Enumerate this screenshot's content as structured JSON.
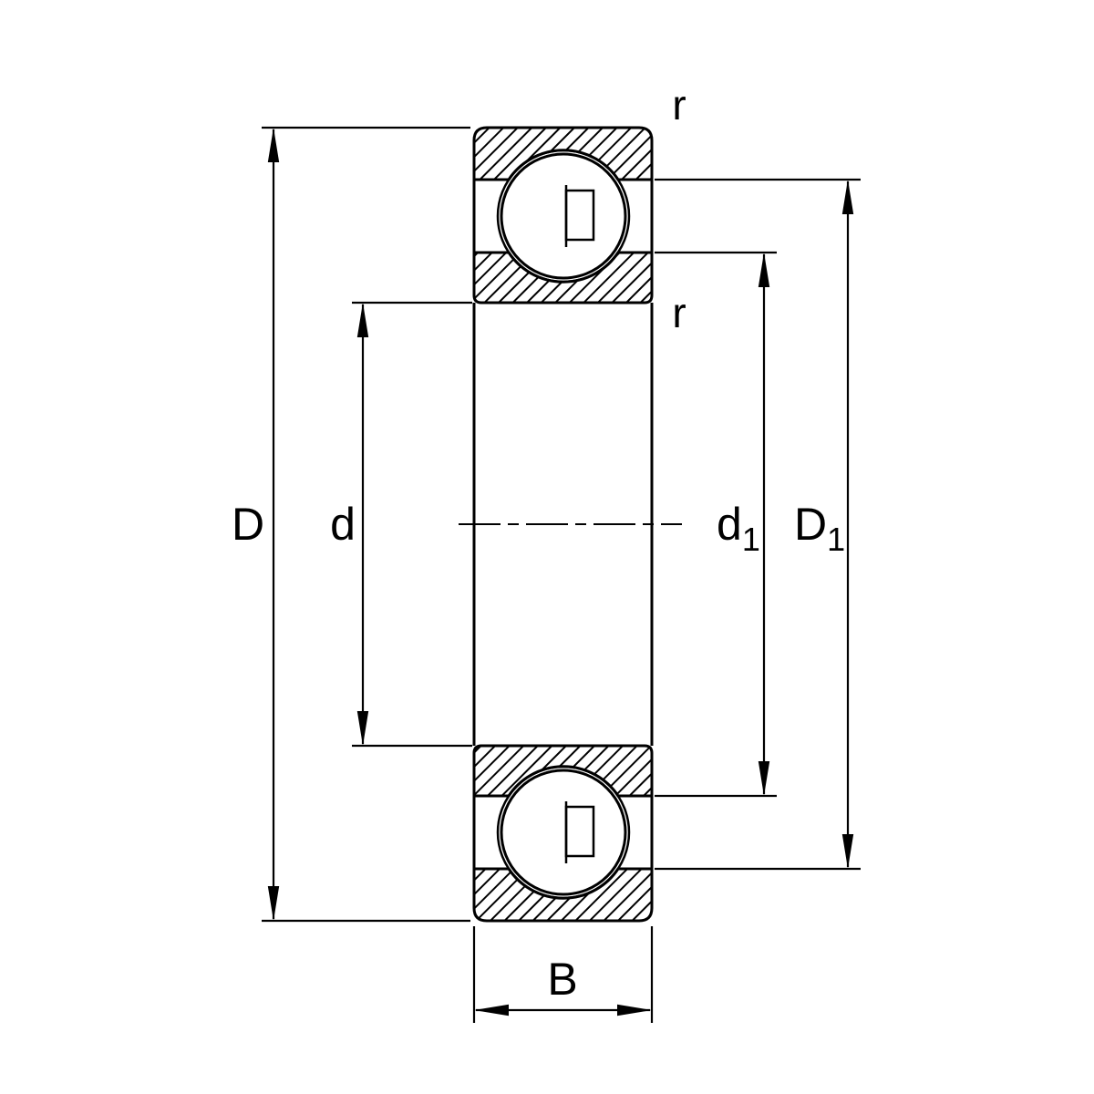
{
  "labels": {
    "outer_diameter": "D",
    "bore_diameter": "d",
    "inner_shoulder": {
      "base": "d",
      "sub": "1"
    },
    "outer_shoulder": {
      "base": "D",
      "sub": "1"
    },
    "width": "B",
    "corner_radius_outer": "r",
    "corner_radius_inner": "r"
  },
  "colors": {
    "line": "#000000",
    "background": "#ffffff"
  }
}
